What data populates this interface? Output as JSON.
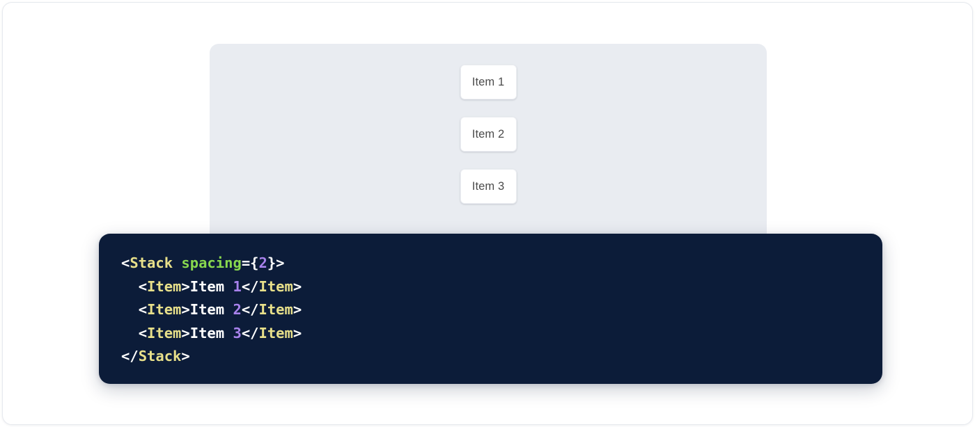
{
  "preview": {
    "panel_name": "component-preview",
    "background_color": "#e9ecf1",
    "items": [
      {
        "label": "Item 1"
      },
      {
        "label": "Item 2"
      },
      {
        "label": "Item 3"
      }
    ]
  },
  "code": {
    "language": "jsx",
    "background_color": "#0c1c39",
    "colors": {
      "tag": "#e8e08a",
      "attribute": "#88d84e",
      "number": "#a882ec",
      "punctuation": "#ffffff",
      "text": "#ffffff"
    },
    "plain_text": "<Stack spacing={2}>\n  <Item>Item 1</Item>\n  <Item>Item 2</Item>\n  <Item>Item 3</Item>\n</Stack>",
    "lines": [
      {
        "indent": "",
        "tokens": [
          {
            "t": "punct",
            "v": "<"
          },
          {
            "t": "tag",
            "v": "Stack"
          },
          {
            "t": "punct",
            "v": " "
          },
          {
            "t": "attr",
            "v": "spacing"
          },
          {
            "t": "punct",
            "v": "={"
          },
          {
            "t": "num",
            "v": "2"
          },
          {
            "t": "punct",
            "v": "}>"
          }
        ]
      },
      {
        "indent": "  ",
        "tokens": [
          {
            "t": "punct",
            "v": "<"
          },
          {
            "t": "tag",
            "v": "Item"
          },
          {
            "t": "punct",
            "v": ">"
          },
          {
            "t": "text",
            "v": "Item "
          },
          {
            "t": "num",
            "v": "1"
          },
          {
            "t": "punct",
            "v": "</"
          },
          {
            "t": "tag",
            "v": "Item"
          },
          {
            "t": "punct",
            "v": ">"
          }
        ]
      },
      {
        "indent": "  ",
        "tokens": [
          {
            "t": "punct",
            "v": "<"
          },
          {
            "t": "tag",
            "v": "Item"
          },
          {
            "t": "punct",
            "v": ">"
          },
          {
            "t": "text",
            "v": "Item "
          },
          {
            "t": "num",
            "v": "2"
          },
          {
            "t": "punct",
            "v": "</"
          },
          {
            "t": "tag",
            "v": "Item"
          },
          {
            "t": "punct",
            "v": ">"
          }
        ]
      },
      {
        "indent": "  ",
        "tokens": [
          {
            "t": "punct",
            "v": "<"
          },
          {
            "t": "tag",
            "v": "Item"
          },
          {
            "t": "punct",
            "v": ">"
          },
          {
            "t": "text",
            "v": "Item "
          },
          {
            "t": "num",
            "v": "3"
          },
          {
            "t": "punct",
            "v": "</"
          },
          {
            "t": "tag",
            "v": "Item"
          },
          {
            "t": "punct",
            "v": ">"
          }
        ]
      },
      {
        "indent": "",
        "tokens": [
          {
            "t": "punct",
            "v": "</"
          },
          {
            "t": "tag",
            "v": "Stack"
          },
          {
            "t": "punct",
            "v": ">"
          }
        ]
      }
    ]
  }
}
